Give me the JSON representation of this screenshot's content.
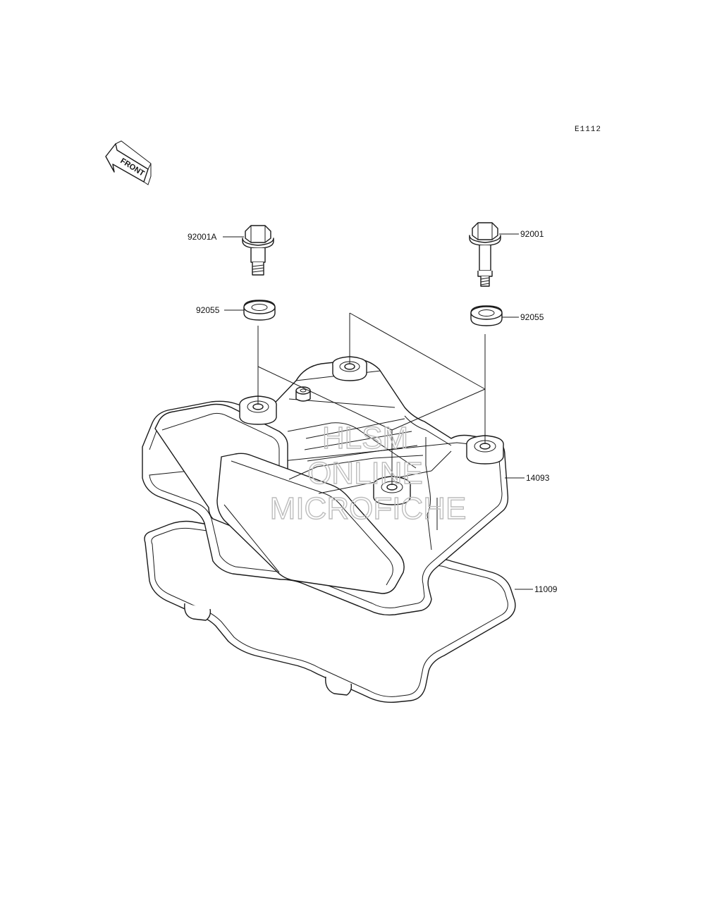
{
  "diagram_code": "E1112",
  "front_label": "FRONT",
  "watermark": [
    "HLSM",
    "ONLINE",
    "MICROFICHE"
  ],
  "parts": [
    {
      "id": "bolt-left",
      "number": "92001A"
    },
    {
      "id": "bolt-right",
      "number": "92001"
    },
    {
      "id": "washer-left",
      "number": "92055"
    },
    {
      "id": "washer-right",
      "number": "92055"
    },
    {
      "id": "cylinder-head-cover",
      "number": "14093"
    },
    {
      "id": "gasket",
      "number": "11009"
    }
  ]
}
